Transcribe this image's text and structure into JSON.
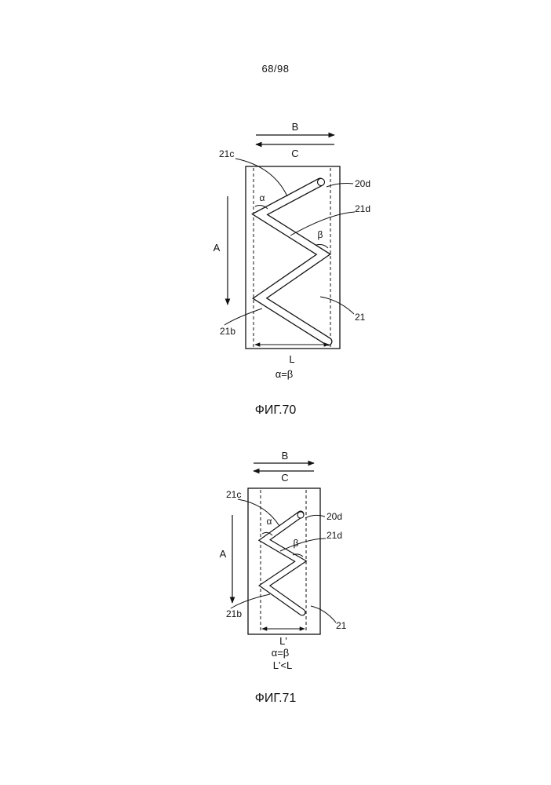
{
  "page_number": "68/98",
  "fig70": {
    "arrow_b": "B",
    "arrow_c": "C",
    "arrow_a": "A",
    "label_21c": "21c",
    "label_20d": "20d",
    "label_21d": "21d",
    "label_21b": "21b",
    "label_21": "21",
    "alpha": "α",
    "beta": "β",
    "width_label": "L",
    "relation": "α=β",
    "caption": "ФИГ.70"
  },
  "fig71": {
    "arrow_b": "B",
    "arrow_c": "C",
    "arrow_a": "A",
    "label_21c": "21c",
    "label_20d": "20d",
    "label_21d": "21d",
    "label_21b": "21b",
    "label_21": "21",
    "alpha": "α",
    "beta": "β",
    "width_label": "L'",
    "relation_1": "α=β",
    "relation_2": "L'<L",
    "caption": "ФИГ.71"
  }
}
